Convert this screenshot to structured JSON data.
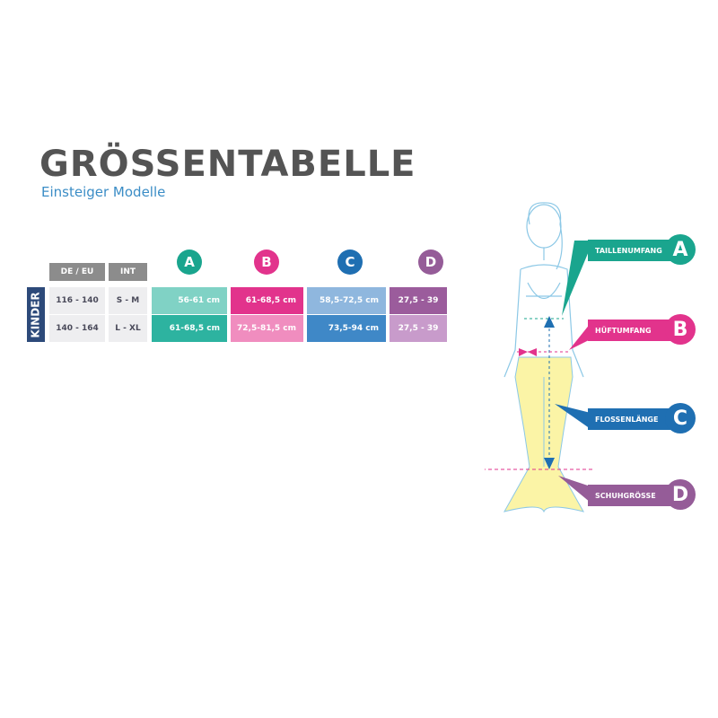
{
  "title": "GRÖSSENTABELLE",
  "subtitle": "Einsteiger Modelle",
  "table": {
    "headers": {
      "de_eu": "DE / EU",
      "int": "INT",
      "a": "A",
      "b": "B",
      "c": "C",
      "d": "D"
    },
    "group": "KINDER",
    "rows": [
      {
        "de_eu": "116 - 140",
        "int": "S - M",
        "a": "56-61 cm",
        "b": "61-68,5 cm",
        "c": "58,5-72,5 cm",
        "d": "27,5 - 39"
      },
      {
        "de_eu": "140 - 164",
        "int": "L - XL",
        "a": "61-68,5 cm",
        "b": "72,5-81,5 cm",
        "c": "73,5-94 cm",
        "d": "27,5 - 39"
      }
    ]
  },
  "legend": [
    {
      "label": "TAILLENUMFANG",
      "letter": "A",
      "color": "#1aa58e"
    },
    {
      "label": "HÜFTUMFANG",
      "letter": "B",
      "color": "#e2338c"
    },
    {
      "label": "FLOSSENLÄNGE",
      "letter": "C",
      "color": "#1f6fb2"
    },
    {
      "label": "SCHUHGRÖSSE",
      "letter": "D",
      "color": "#955c98"
    }
  ]
}
